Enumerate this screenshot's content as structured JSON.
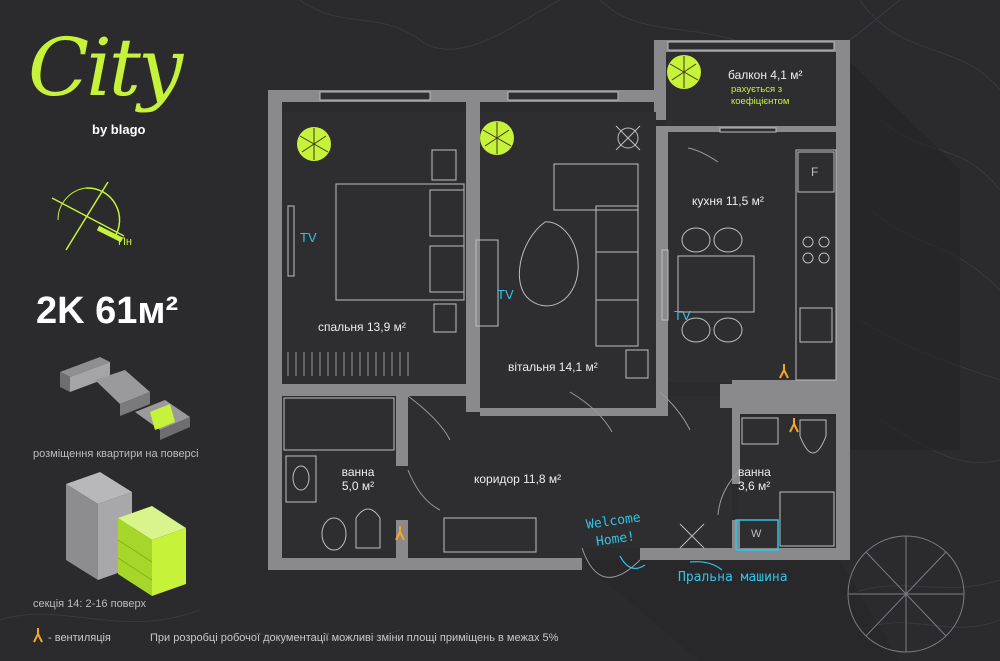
{
  "brand": {
    "logo_word": "City",
    "by_label": "by blago"
  },
  "compass": {
    "north_label": "Пн"
  },
  "apartment": {
    "type_area": "2K 61м²"
  },
  "floor_position": {
    "caption": "розміщення квартири на поверсі"
  },
  "section": {
    "caption": "секція 14: 2-16 поверх"
  },
  "rooms": {
    "balcony": "балкон 4,1 м²",
    "balcony_note_1": "рахується з",
    "balcony_note_2": "коефіцієнтом",
    "bedroom": "спальня 13,9 м²",
    "living": "вітальня 14,1 м²",
    "kitchen": "кухня 11,5 м²",
    "bath1_line1": "ванна",
    "bath1_line2": "5,0 м²",
    "bath2_line1": "ванна",
    "bath2_line2": "3,6 м²",
    "corridor": "коридор 11,8 м²"
  },
  "labels": {
    "tv": "TV",
    "fridge": "F",
    "washer": "W",
    "welcome_1": "Welcome",
    "welcome_2": "Home!",
    "washing_machine": "Пральна машина"
  },
  "footer": {
    "ventilation": "- вентиляція",
    "disclaimer": "При розробці робочої документації можливі зміни площі приміщень в межах 5%"
  },
  "colors": {
    "accent": "#c7f23a",
    "cyan": "#2ec4e8",
    "wall": "#8a8a8d",
    "floor": "#2e2e31",
    "background": "#2b2b2e",
    "vent": "#f5a623"
  }
}
